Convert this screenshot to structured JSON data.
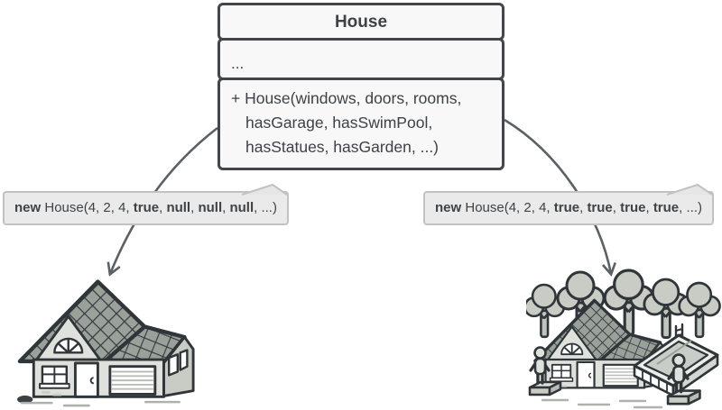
{
  "colors": {
    "background": "#ffffff",
    "class_box_fill": "#f8f8f8",
    "class_box_border": "#42464a",
    "text": "#3d4246",
    "note_fill": "#eaeaea",
    "note_border": "#c0c2c3",
    "arrow": "#5b6065",
    "roof_tile": "#9aa09a",
    "wall": "#dfe2dc",
    "outline": "#2f3538"
  },
  "uml_class": {
    "title": "House",
    "fields_placeholder": "...",
    "constructor_lines": [
      "+ House(windows, doors, rooms,",
      "hasGarage, hasSwimPool,",
      "hasStatues, hasGarden, ...)"
    ]
  },
  "notes": {
    "left": {
      "text": "new House(4, 2, 4, true, null, null, null, ...)",
      "segments": [
        {
          "text": "new",
          "bold": true
        },
        {
          "text": " House(4, 2, 4, "
        },
        {
          "text": "true",
          "bold": true
        },
        {
          "text": ", "
        },
        {
          "text": "null",
          "bold": true
        },
        {
          "text": ", "
        },
        {
          "text": "null",
          "bold": true
        },
        {
          "text": ", "
        },
        {
          "text": "null",
          "bold": true
        },
        {
          "text": ", ...)"
        }
      ]
    },
    "right": {
      "text": "new House(4, 2, 4, true, true, true, true, ...)",
      "segments": [
        {
          "text": "new",
          "bold": true
        },
        {
          "text": " House(4, 2, 4, "
        },
        {
          "text": "true",
          "bold": true
        },
        {
          "text": ", "
        },
        {
          "text": "true",
          "bold": true
        },
        {
          "text": ", "
        },
        {
          "text": "true",
          "bold": true
        },
        {
          "text": ", "
        },
        {
          "text": "true",
          "bold": true
        },
        {
          "text": ", ...)"
        }
      ]
    }
  },
  "illustrations": {
    "left_label": "simple house with garage",
    "right_label": "house with garage, trees, swimming pool and statues"
  }
}
